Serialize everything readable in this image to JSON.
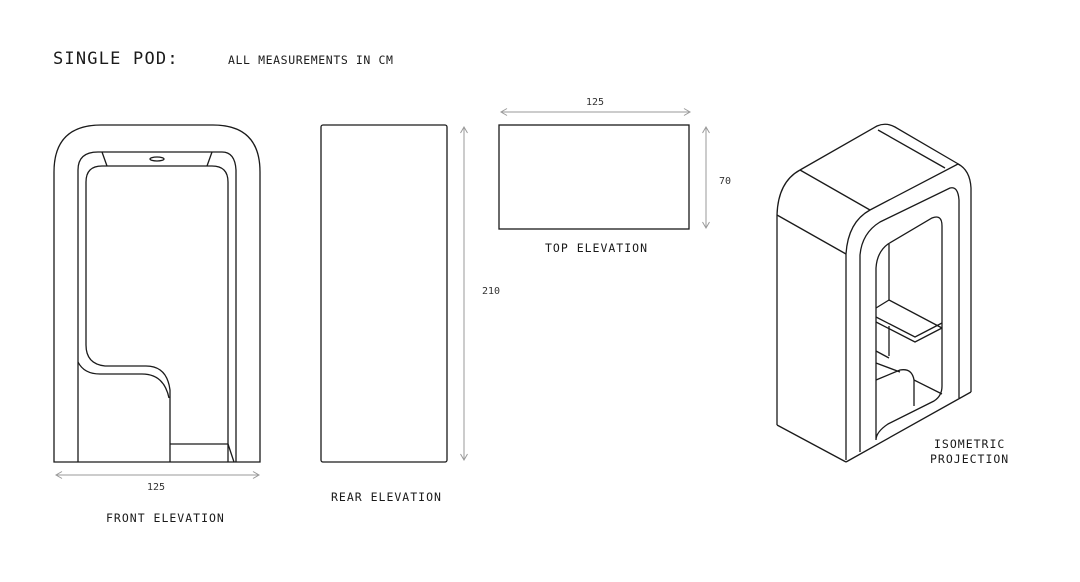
{
  "header": {
    "title": "SINGLE POD:",
    "subtitle": "ALL MEASUREMENTS IN CM"
  },
  "views": {
    "front": {
      "label": "FRONT ELEVATION",
      "width_dim": "125"
    },
    "rear": {
      "label": "REAR ELEVATION",
      "height_dim": "210"
    },
    "top": {
      "label": "TOP ELEVATION",
      "width_dim": "125",
      "depth_dim": "70"
    },
    "isometric": {
      "label_line1": "ISOMETRIC",
      "label_line2": "PROJECTION"
    }
  },
  "colors": {
    "line": "#1a1a1a",
    "dimension_line": "#9a9a9a",
    "background": "#ffffff"
  }
}
